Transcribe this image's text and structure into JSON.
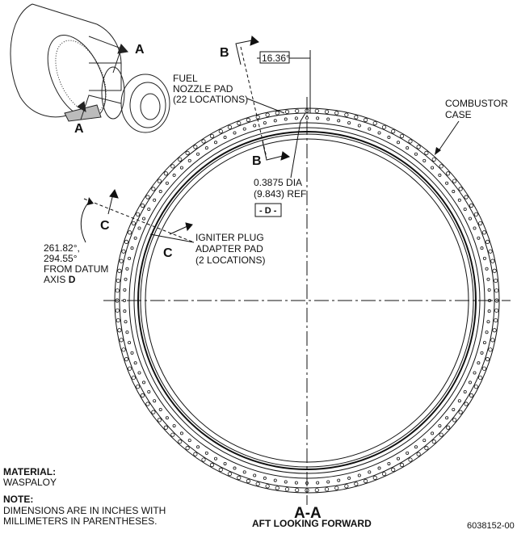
{
  "labels": {
    "section_a_top": "A",
    "section_a_bottom": "A",
    "section_b_top": "B",
    "section_b_bottom": "B",
    "section_c_left": "C",
    "section_c_right": "C",
    "angle_dim": "16.36°",
    "fuel_nozzle_line1": "FUEL",
    "fuel_nozzle_line2": "NOZZLE PAD",
    "fuel_nozzle_line3": "(22 LOCATIONS)",
    "combustor_line1": "COMBUSTOR",
    "combustor_line2": "CASE",
    "dia_line1": "0.3875 DIA",
    "dia_line2": "(9.843) REF",
    "datum_box": "- D -",
    "igniter_line1": "IGNITER PLUG",
    "igniter_line2": "ADAPTER PAD",
    "igniter_line3": "(2 LOCATIONS)",
    "angle_line1": "261.82°,",
    "angle_line2": "294.55°",
    "angle_line3": "FROM DATUM",
    "angle_line4": "AXIS",
    "angle_line4_d": "D",
    "material_title": "MATERIAL:",
    "material_value": "WASPALOY",
    "note_title": "NOTE:",
    "note_line1": "DIMENSIONS ARE IN INCHES WITH",
    "note_line2": "MILLIMETERS IN PARENTHESES.",
    "view_title": "A-A",
    "view_subtitle": "AFT LOOKING FORWARD",
    "drawing_number": "6038152-00"
  },
  "ring": {
    "bolt_holes_outer": 120,
    "bolt_holes_inner": 108
  }
}
